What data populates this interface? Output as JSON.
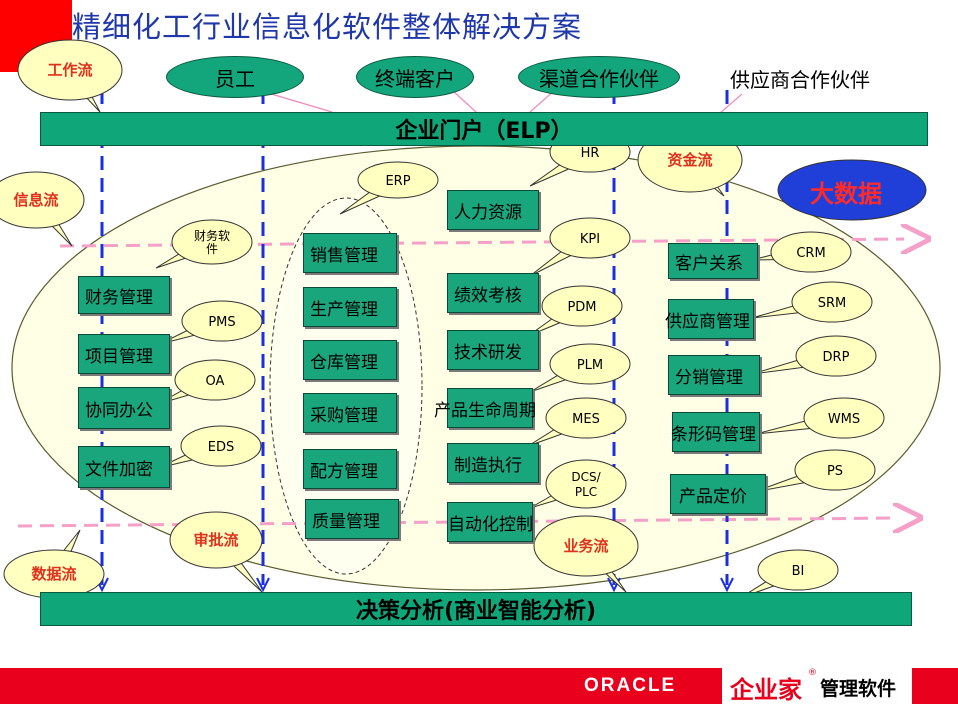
{
  "title": "精细化工行业信息化软件整体解决方案",
  "top_roles": [
    "员工",
    "终端客户",
    "渠道合作伙伴",
    "供应商合作伙伴"
  ],
  "portal_label": "企业门户（ELP）",
  "bottom_label": "决策分析(商业智能分析)",
  "big_data_label": "大数据",
  "flows": {
    "workflow": "工作流",
    "info_flow": "信息流",
    "data_flow": "数据流",
    "approval_flow": "审批流",
    "capital_flow": "资金流",
    "business_flow": "业务流"
  },
  "left_modules": [
    "财务管理",
    "项目管理",
    "协同办公",
    "文件加密"
  ],
  "left_tags": [
    "财务软件",
    "PMS",
    "OA",
    "EDS"
  ],
  "erp_modules": [
    "销售管理",
    "生产管理",
    "仓库管理",
    "采购管理",
    "配方管理",
    "质量管理"
  ],
  "erp_tag": "ERP",
  "mid_modules": [
    "人力资源",
    "绩效考核",
    "技术研发",
    "产品生命周期",
    "制造执行",
    "自动化控制"
  ],
  "mid_tags": [
    "HR",
    "KPI",
    "PDM",
    "PLM",
    "MES",
    "DCS/PLC"
  ],
  "right_modules": [
    "客户关系",
    "供应商管理",
    "分销管理",
    "条形码管理",
    "产品定价"
  ],
  "right_tags": [
    "CRM",
    "SRM",
    "DRP",
    "WMS",
    "PS"
  ],
  "bi_tag": "BI",
  "footer": {
    "oracle": "ORACLE",
    "brand_main": "企业家",
    "brand_reg": "®",
    "brand_sub": "管理软件"
  },
  "colors": {
    "title": "#1f37a8",
    "module_green": "#1aa67c",
    "bar_green": "#0fa67a",
    "flow_label_red": "#e0301e",
    "callout_yellow": "#ffffc0",
    "big_data_blue": "#1f3fd8",
    "dashed_blue": "#1b2fe0",
    "dashed_pink": "#f5a0c8",
    "footer_red": "#e8001c"
  }
}
